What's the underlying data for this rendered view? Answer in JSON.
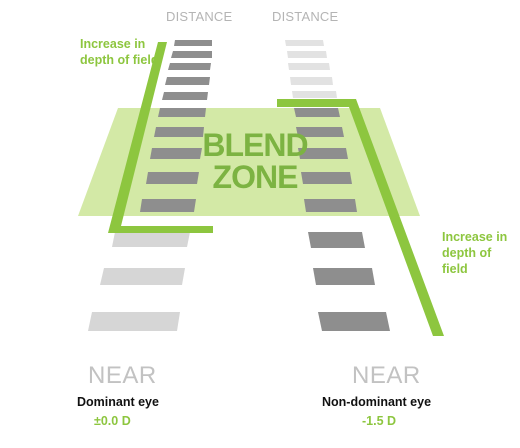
{
  "labels": {
    "distance_left": "DISTANCE",
    "distance_right": "DISTANCE",
    "increase_left": "Increase in depth of field",
    "increase_right": "Increase in depth of field",
    "blend_line1": "BLEND",
    "blend_line2": "ZONE",
    "near_left": "NEAR",
    "near_right": "NEAR",
    "dominant_eye": "Dominant eye",
    "dominant_power": "±0.0 D",
    "nondominant_eye": "Non-dominant eye",
    "nondominant_power": "-1.5 D"
  },
  "colors": {
    "green": "#8dc63f",
    "blend_fill": "#d3e9a6",
    "blend_text": "#7cb342",
    "dark_rung": "#8e8e8e",
    "light_rung": "#d6d6d6",
    "faint_rung": "#e2e2e2"
  }
}
